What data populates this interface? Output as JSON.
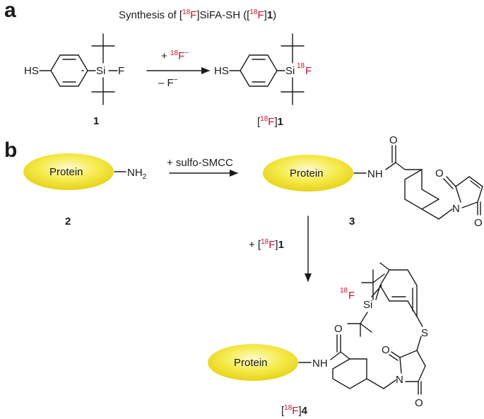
{
  "panels": {
    "a": "a",
    "b": "b"
  },
  "title": {
    "prefix": "Synthesis of [",
    "iso": "18",
    "el": "F",
    "mid": "]SiFA-SH ([",
    "iso2": "18",
    "el2": "F",
    "end": "]",
    "num": "1",
    "close": ")"
  },
  "reagents": {
    "plus_f_prefix": "+ ",
    "plus_f_iso": "18",
    "plus_f_el": "F",
    "plus_f_charge": "−",
    "minus_f": "– F",
    "minus_f_charge": "−",
    "sulfo": "+ sulfo-SMCC",
    "plus_1_prefix": "+ [",
    "plus_1_iso": "18",
    "plus_1_el": "F",
    "plus_1_end": "]",
    "plus_1_num": "1"
  },
  "atoms": {
    "hs": "HS",
    "si": "Si",
    "f": "F",
    "iso": "18",
    "s": "S",
    "o": "O",
    "n": "N",
    "nh": "NH",
    "nh2_n": "NH",
    "nh2_sub": "2"
  },
  "protein_label": "Protein",
  "compounds": {
    "c1": "1",
    "c18f1_open": "[",
    "c18f1_iso": "18",
    "c18f1_el": "F",
    "c18f1_close": "]",
    "c18f1_num": "1",
    "c2": "2",
    "c3": "3",
    "c4_open": "[",
    "c4_iso": "18",
    "c4_el": "F",
    "c4_close": "]",
    "c4_num": "4"
  },
  "colors": {
    "fluorine": "#c8102e",
    "protein_fill": "#f2e531",
    "protein_highlight": "#fdfbd0",
    "bond": "#1a1a1a"
  }
}
